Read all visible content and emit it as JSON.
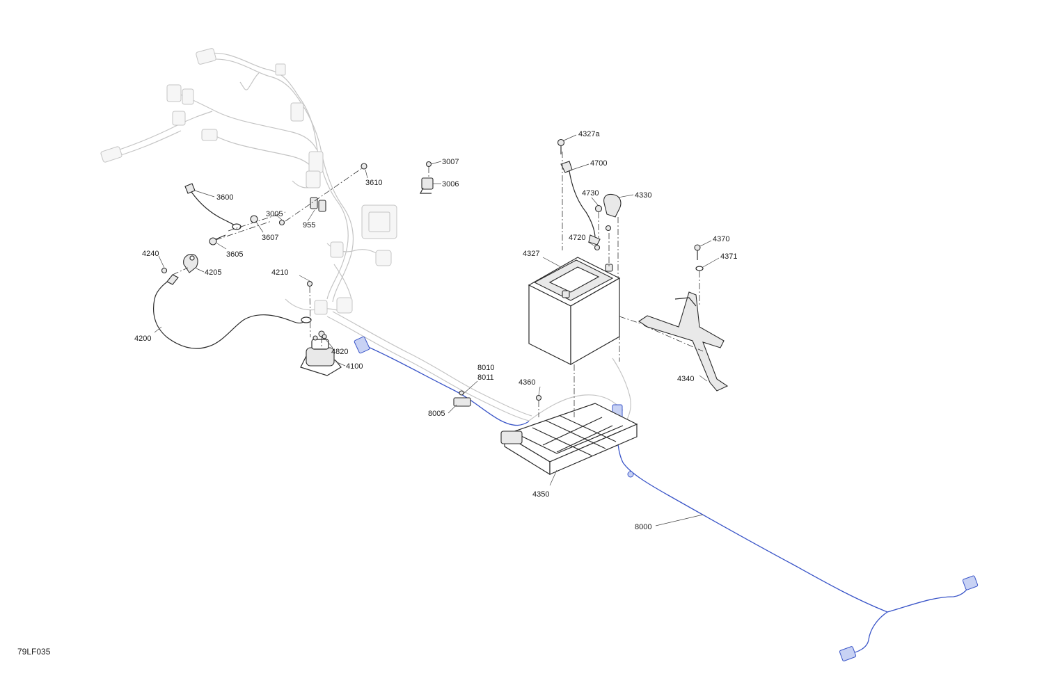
{
  "figure_code": "79LF035",
  "callouts": [
    {
      "id": "3600",
      "text": "3600"
    },
    {
      "id": "3605",
      "text": "3605"
    },
    {
      "id": "3607",
      "text": "3607"
    },
    {
      "id": "3005",
      "text": "3005"
    },
    {
      "id": "955",
      "text": "955"
    },
    {
      "id": "3610",
      "text": "3610"
    },
    {
      "id": "3007",
      "text": "3007"
    },
    {
      "id": "3006",
      "text": "3006"
    },
    {
      "id": "4240",
      "text": "4240"
    },
    {
      "id": "4205",
      "text": "4205"
    },
    {
      "id": "4210",
      "text": "4210"
    },
    {
      "id": "4200",
      "text": "4200"
    },
    {
      "id": "4820",
      "text": "4820"
    },
    {
      "id": "4100",
      "text": "4100"
    },
    {
      "id": "4327a",
      "text": "4327a"
    },
    {
      "id": "4700",
      "text": "4700"
    },
    {
      "id": "4730",
      "text": "4730"
    },
    {
      "id": "4330",
      "text": "4330"
    },
    {
      "id": "4720",
      "text": "4720"
    },
    {
      "id": "4327",
      "text": "4327"
    },
    {
      "id": "4370",
      "text": "4370"
    },
    {
      "id": "4371",
      "text": "4371"
    },
    {
      "id": "4340",
      "text": "4340"
    },
    {
      "id": "8010",
      "text": "8010"
    },
    {
      "id": "8011",
      "text": "8011"
    },
    {
      "id": "4360",
      "text": "4360"
    },
    {
      "id": "8005",
      "text": "8005"
    },
    {
      "id": "4350",
      "text": "4350"
    },
    {
      "id": "8000",
      "text": "8000"
    }
  ],
  "colors": {
    "background": "#ffffff",
    "ink": "#2a2a2a",
    "ghost": "#c4c4c4",
    "highlight_harness": "#3a55c8"
  }
}
